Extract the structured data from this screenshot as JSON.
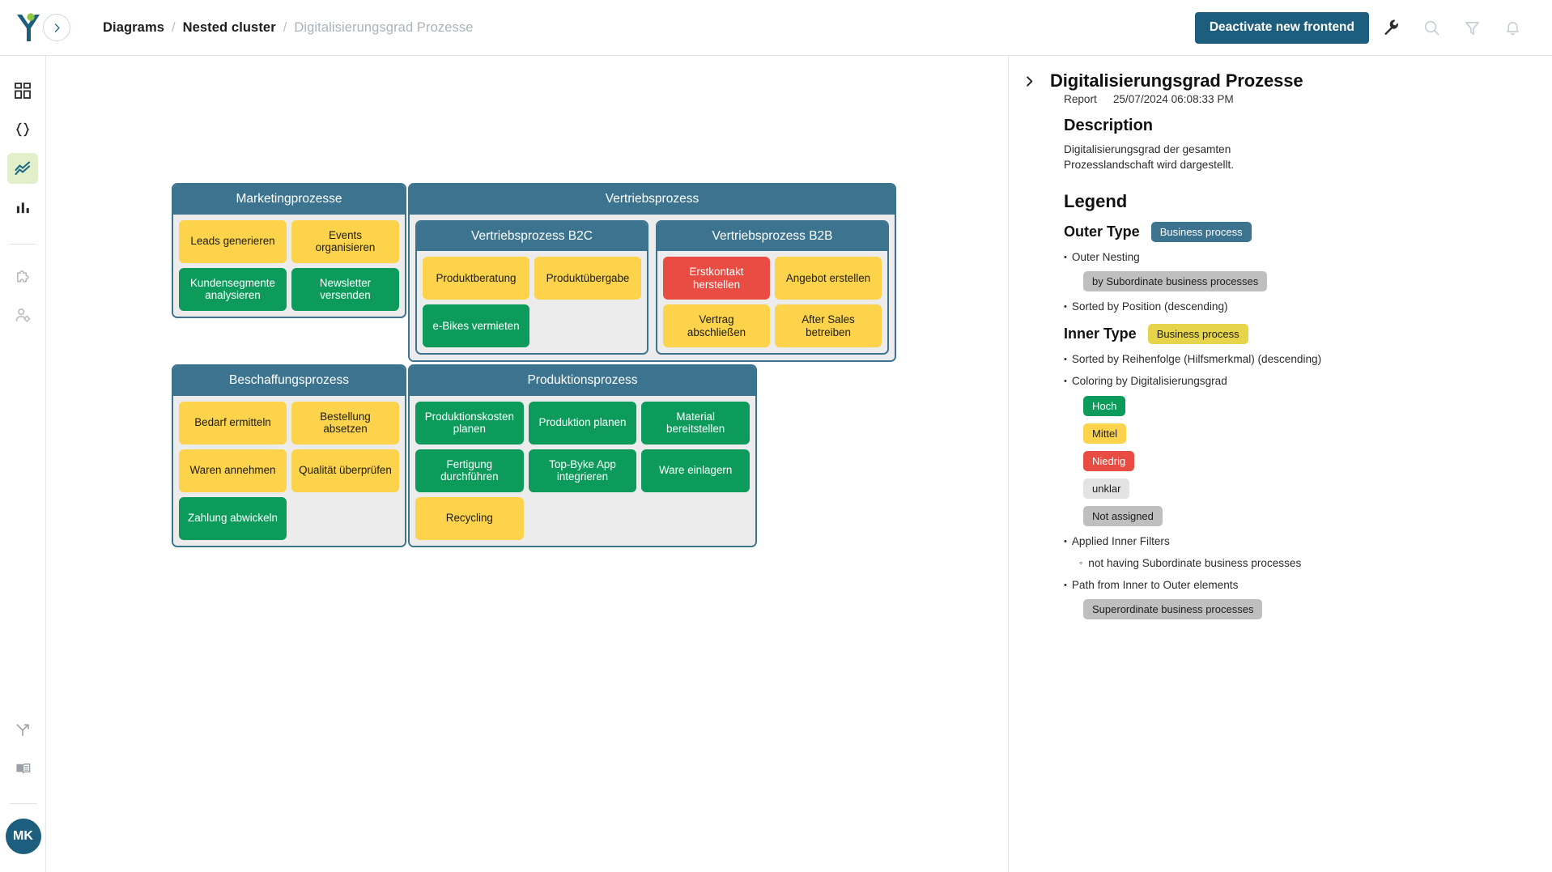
{
  "topbar": {
    "logo": "y-logo",
    "collapse_icon": "chevron-right-icon",
    "breadcrumb": [
      "Diagrams",
      "Nested cluster",
      "Digitalisierungsgrad Prozesse"
    ],
    "separator": "/",
    "primary_button": "Deactivate new frontend",
    "icons": [
      "wrench-icon",
      "search-icon",
      "filter-icon",
      "bell-icon"
    ]
  },
  "rail": {
    "items": [
      {
        "name": "dashboard-icon",
        "active": false
      },
      {
        "name": "code-braces-icon",
        "active": false
      },
      {
        "name": "trend-chart-icon",
        "active": true
      },
      {
        "name": "bar-chart-icon",
        "active": false
      },
      {
        "name": "puzzle-icon",
        "active": false
      },
      {
        "name": "user-settings-icon",
        "active": false
      }
    ],
    "bottom": [
      {
        "name": "branch-icon"
      },
      {
        "name": "book-icon"
      }
    ],
    "avatar": "MK"
  },
  "diagram": {
    "clusters": [
      {
        "id": "marketing",
        "title": "Marketingprozesse",
        "nodes": [
          {
            "label": "Leads generieren",
            "color": "mittel"
          },
          {
            "label": "Events organisieren",
            "color": "mittel"
          },
          {
            "label": "Kundensegmente analysieren",
            "color": "hoch"
          },
          {
            "label": "Newsletter versenden",
            "color": "hoch"
          }
        ]
      },
      {
        "id": "vertrieb",
        "title": "Vertriebsprozess",
        "subclusters": [
          {
            "title": "Vertriebsprozess B2C",
            "nodes": [
              {
                "label": "Produktberatung",
                "color": "mittel"
              },
              {
                "label": "Produktübergabe",
                "color": "mittel"
              },
              {
                "label": "e-Bikes vermieten",
                "color": "hoch"
              },
              {
                "label": "",
                "color": "empty"
              }
            ]
          },
          {
            "title": "Vertriebsprozess B2B",
            "nodes": [
              {
                "label": "Erstkontakt herstellen",
                "color": "niedrig"
              },
              {
                "label": "Angebot erstellen",
                "color": "mittel"
              },
              {
                "label": "Vertrag abschließen",
                "color": "mittel"
              },
              {
                "label": "After Sales betreiben",
                "color": "mittel"
              }
            ]
          }
        ]
      },
      {
        "id": "beschaffung",
        "title": "Beschaffungsprozess",
        "nodes": [
          {
            "label": "Bedarf ermitteln",
            "color": "mittel"
          },
          {
            "label": "Bestellung absetzen",
            "color": "mittel"
          },
          {
            "label": "Waren annehmen",
            "color": "mittel"
          },
          {
            "label": "Qualität überprüfen",
            "color": "mittel"
          },
          {
            "label": "Zahlung abwickeln",
            "color": "hoch"
          },
          {
            "label": "",
            "color": "empty"
          }
        ]
      },
      {
        "id": "produktion",
        "title": "Produktionsprozess",
        "nodes": [
          {
            "label": "Produktionskosten planen",
            "color": "hoch"
          },
          {
            "label": "Produktion planen",
            "color": "hoch"
          },
          {
            "label": "Material bereitstellen",
            "color": "hoch"
          },
          {
            "label": "Fertigung durchführen",
            "color": "hoch"
          },
          {
            "label": "Top-Byke App integrieren",
            "color": "hoch"
          },
          {
            "label": "Ware einlagern",
            "color": "hoch"
          },
          {
            "label": "Recycling",
            "color": "mittel"
          },
          {
            "label": "",
            "color": "empty"
          },
          {
            "label": "",
            "color": "empty"
          }
        ]
      }
    ]
  },
  "panel": {
    "collapse_icon": "chevron-right-icon",
    "title": "Digitalisierungsgrad Prozesse",
    "meta_type": "Report",
    "meta_date": "25/07/2024 06:08:33 PM",
    "description_heading": "Description",
    "description_text": "Digitalisierungsgrad der gesamten Prozesslandschaft wird dargestellt.",
    "legend_heading": "Legend",
    "outer_type_label": "Outer Type",
    "outer_type_chip": "Business process",
    "outer_nesting_bullet": "Outer Nesting",
    "outer_nesting_chip": "by Subordinate business processes",
    "outer_sorted_bullet": "Sorted by Position (descending)",
    "inner_type_label": "Inner Type",
    "inner_type_chip": "Business process",
    "inner_sorted_bullet": "Sorted by Reihenfolge (Hilfsmerkmal) (descending)",
    "coloring_bullet": "Coloring by Digitalisierungsgrad",
    "coloring_chips": [
      {
        "label": "Hoch",
        "style": "green"
      },
      {
        "label": "Mittel",
        "style": "gold"
      },
      {
        "label": "Niedrig",
        "style": "red"
      },
      {
        "label": "unklar",
        "style": "lightgrey"
      },
      {
        "label": "Not assigned",
        "style": "grey"
      }
    ],
    "filters_bullet": "Applied Inner Filters",
    "filters_sub": "not having Subordinate business processes",
    "path_bullet": "Path from Inner to Outer elements",
    "path_chip": "Superordinate business processes"
  },
  "colors": {
    "accent": "#1d5e7e",
    "cluster_header": "#3c748f",
    "hoch": "#0d9b5c",
    "mittel": "#fcd34a",
    "niedrig": "#e84c43",
    "active_rail": "#e2efc8"
  }
}
